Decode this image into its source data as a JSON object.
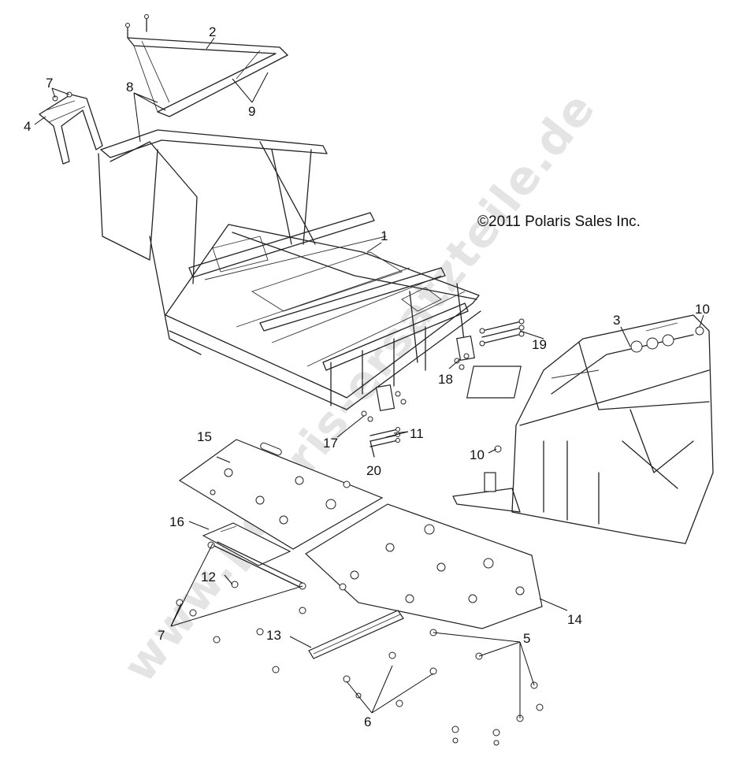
{
  "copyright": "©2011 Polaris Sales Inc.",
  "watermark": "www.polaris-ersatzteile.de",
  "callouts": {
    "c1": "1",
    "c2": "2",
    "c3": "3",
    "c4": "4",
    "c5": "5",
    "c6": "6",
    "c7a": "7",
    "c7b": "7",
    "c8": "8",
    "c9": "9",
    "c10a": "10",
    "c10b": "10",
    "c11": "11",
    "c12": "12",
    "c13": "13",
    "c14": "14",
    "c15": "15",
    "c16": "16",
    "c17": "17",
    "c18": "18",
    "c19": "19",
    "c20": "20"
  }
}
